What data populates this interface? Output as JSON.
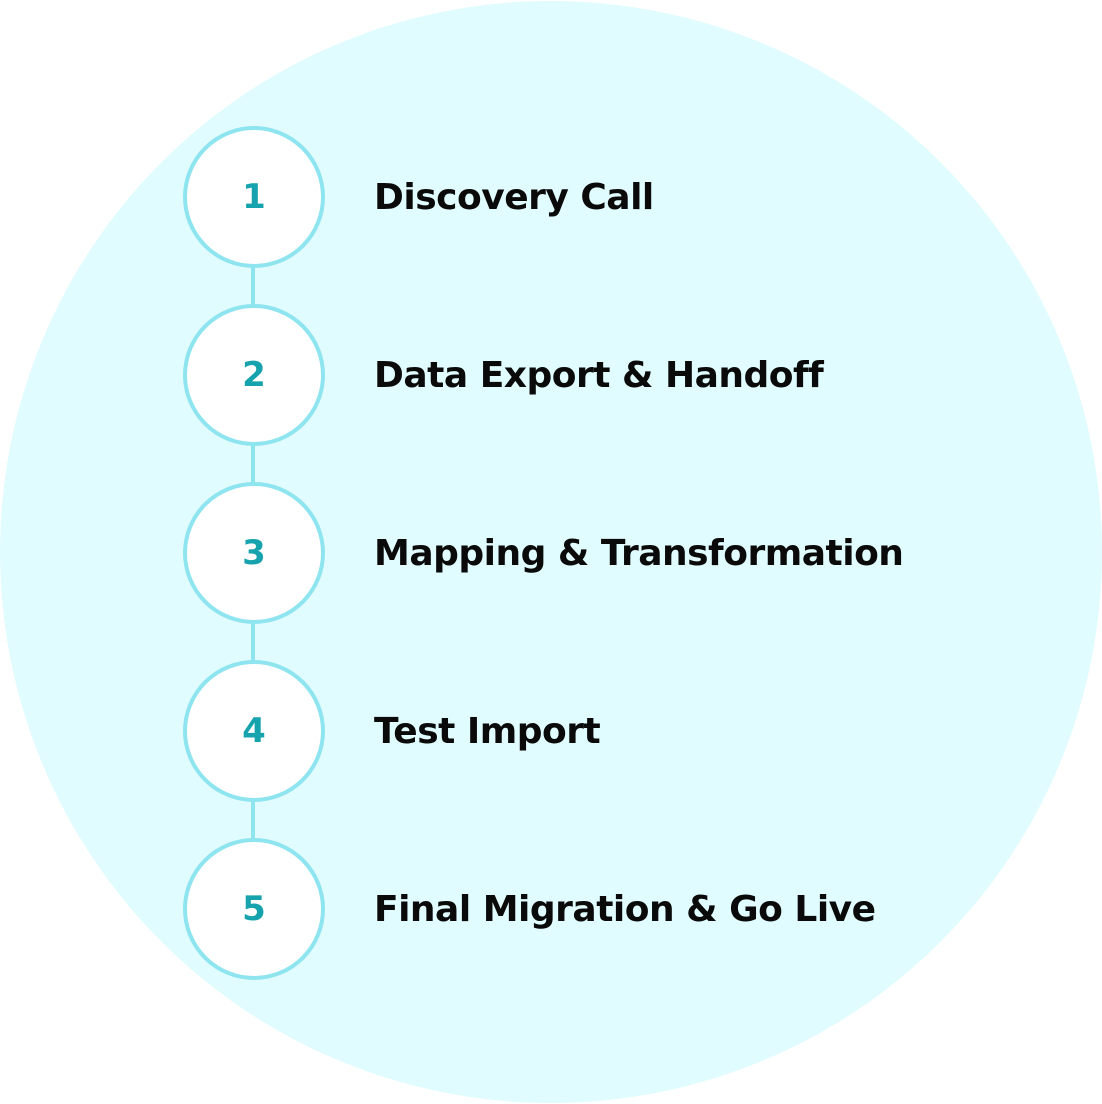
{
  "colors": {
    "background_circle": "#e1fcfe",
    "ring": "#8ee5ef",
    "number": "#17a3ad",
    "label": "#0a0a0a"
  },
  "steps": [
    {
      "number": "1",
      "label": "Discovery Call"
    },
    {
      "number": "2",
      "label": "Data Export & Handoff"
    },
    {
      "number": "3",
      "label": "Mapping & Transformation"
    },
    {
      "number": "4",
      "label": "Test Import"
    },
    {
      "number": "5",
      "label": "Final Migration & Go Live"
    }
  ]
}
